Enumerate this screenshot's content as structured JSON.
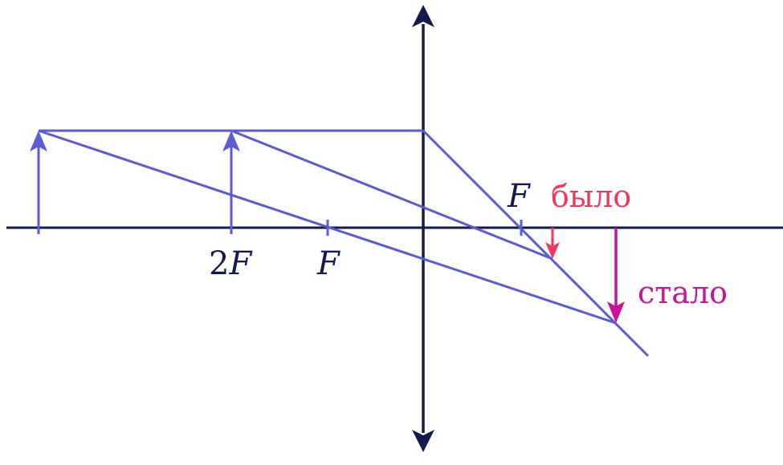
{
  "labels": {
    "two_f_digit": "2",
    "two_f_letter": "F",
    "f_left": "F",
    "f_right": "F",
    "was": "было",
    "became": "стало"
  },
  "colors": {
    "axes": "#15194f",
    "rays": "#5b5bd6",
    "was_arrow": "#f0385c",
    "became_arrow": "#c8149a"
  }
}
